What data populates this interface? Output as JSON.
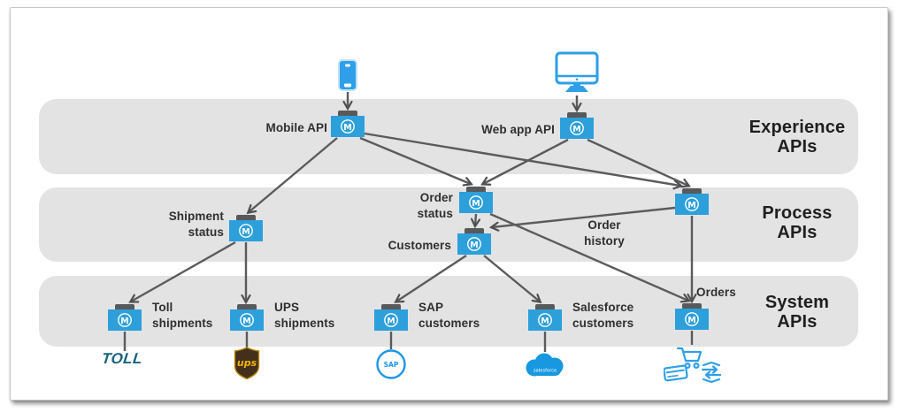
{
  "layers": [
    {
      "id": "experience",
      "label": "Experience APIs"
    },
    {
      "id": "process",
      "label": "Process APIs"
    },
    {
      "id": "system",
      "label": "System APIs"
    }
  ],
  "nodes": {
    "mobile_api": {
      "label": "Mobile API",
      "layer": "experience"
    },
    "webapp_api": {
      "label": "Web app API",
      "layer": "experience"
    },
    "shipment_status": {
      "label": "Shipment status",
      "layer": "process"
    },
    "order_status": {
      "label": "Order status",
      "layer": "process"
    },
    "customers": {
      "label": "Customers",
      "layer": "process"
    },
    "order_history": {
      "label": "Order history",
      "layer": "process"
    },
    "toll_shipments": {
      "label": "Toll shipments",
      "layer": "system"
    },
    "ups_shipments": {
      "label": "UPS shipments",
      "layer": "system"
    },
    "sap_customers": {
      "label": "SAP customers",
      "layer": "system"
    },
    "salesforce_customers": {
      "label": "Salesforce customers",
      "layer": "system"
    },
    "orders": {
      "label": "Orders",
      "layer": "system"
    }
  },
  "devices": [
    {
      "id": "smartphone",
      "connects_to": "mobile_api"
    },
    {
      "id": "desktop-monitor",
      "connects_to": "webapp_api"
    }
  ],
  "connections": [
    {
      "from": "smartphone",
      "to": "mobile_api"
    },
    {
      "from": "desktop-monitor",
      "to": "webapp_api"
    },
    {
      "from": "mobile_api",
      "to": "shipment_status"
    },
    {
      "from": "mobile_api",
      "to": "order_status"
    },
    {
      "from": "mobile_api",
      "to": "order_history"
    },
    {
      "from": "webapp_api",
      "to": "order_status"
    },
    {
      "from": "webapp_api",
      "to": "order_history"
    },
    {
      "from": "order_status",
      "to": "customers"
    },
    {
      "from": "order_status",
      "to": "orders"
    },
    {
      "from": "order_history",
      "to": "customers"
    },
    {
      "from": "order_history",
      "to": "orders"
    },
    {
      "from": "shipment_status",
      "to": "toll_shipments"
    },
    {
      "from": "shipment_status",
      "to": "ups_shipments"
    },
    {
      "from": "customers",
      "to": "sap_customers"
    },
    {
      "from": "customers",
      "to": "salesforce_customers"
    },
    {
      "from": "toll_shipments",
      "to": "toll_logo"
    },
    {
      "from": "ups_shipments",
      "to": "ups_logo"
    },
    {
      "from": "sap_customers",
      "to": "sap_logo"
    },
    {
      "from": "salesforce_customers",
      "to": "salesforce_logo"
    },
    {
      "from": "orders",
      "to": "commerce_logo"
    }
  ],
  "icons": {
    "mule_monogram": "M"
  },
  "logos": {
    "toll": "TOLL",
    "ups": "ups",
    "sap": "SAP",
    "salesforce": "salesforce"
  },
  "colors": {
    "node_blue": "#2d9fdb",
    "icon_blue": "#2e9fe8",
    "band_gray": "#e3e3e4",
    "line_gray": "#5a5b5d",
    "tab_gray": "#58595b",
    "toll_teal": "#19647e",
    "ups_brown": "#42301a",
    "ups_gold": "#f5b300",
    "salesforce_blue": "#1798e0"
  }
}
